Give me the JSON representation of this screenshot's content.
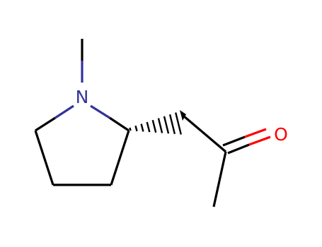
{
  "molecule": {
    "atoms": [
      {
        "id": "n1",
        "symbol": "N",
        "color": "#33339a"
      },
      {
        "id": "o1",
        "symbol": "O",
        "color": "#ff0000"
      }
    ],
    "colors": {
      "bond": "#000000",
      "nitrogen": "#33339a",
      "oxygen": "#ff0000",
      "background": "#ffffff"
    }
  }
}
